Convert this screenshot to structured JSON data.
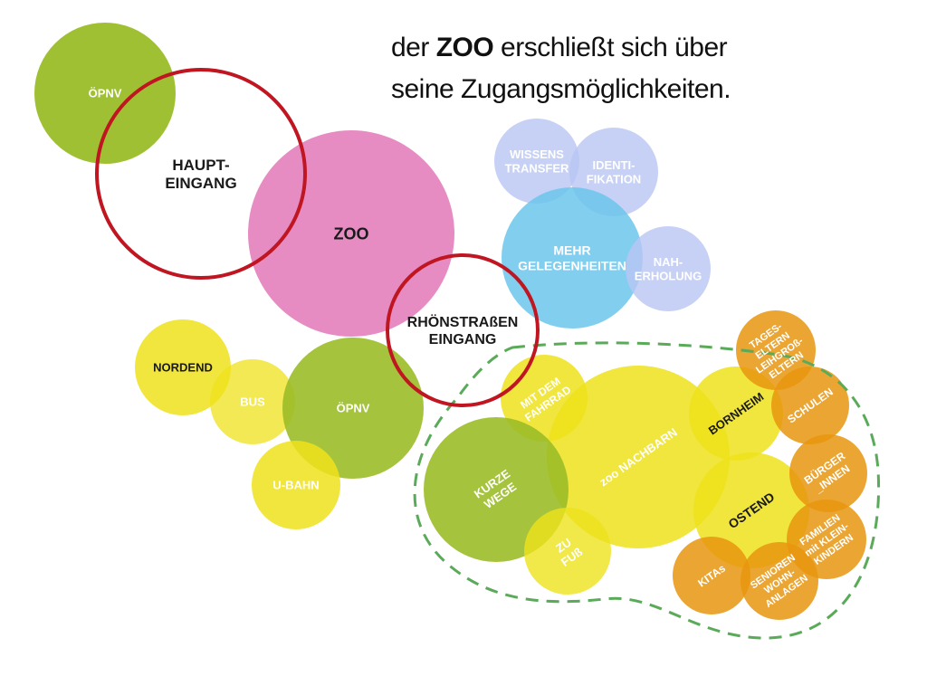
{
  "title": {
    "pre": "der ",
    "zoo": "ZOO",
    "post": " erschließt sich über",
    "line2": "seine Zugangsmöglichkeiten."
  },
  "colors": {
    "green": "#9bbd28",
    "pink": "#e586c0",
    "blue": "#6cc6ec",
    "light_blue": "#b9c6f4",
    "yellow": "#eee21b",
    "orange": "#e8950e",
    "red_ring": "#c01622",
    "dashed": "#5aaa5a",
    "text_light": "#ffffff",
    "text_dark": "#1a1a1a"
  },
  "bubbles": {
    "oepnv_top": [
      "ÖPNV"
    ],
    "zoo": [
      "ZOO"
    ],
    "wissenstransfer": [
      "WISSENS",
      "TRANSFER"
    ],
    "identifikation": [
      "IDENTI-",
      "FIKATION"
    ],
    "mehr_gelegenheiten": [
      "MEHR",
      "GELEGENHEITEN"
    ],
    "naherholung": [
      "NAH-",
      "ERHOLUNG"
    ],
    "nordend": [
      "NORDEND"
    ],
    "bus": [
      "BUS"
    ],
    "oepnv_mid": [
      "ÖPNV"
    ],
    "u_bahn": [
      "U-BAHN"
    ],
    "mit_dem_fahrrad": [
      "MIT DEM",
      "FAHRRAD"
    ],
    "zoo_nachbarn": [
      "zoo NACHBARN"
    ],
    "kurze_wege": [
      "KURZE",
      "WEGE"
    ],
    "zu_fuss": [
      "ZU",
      "FUß"
    ],
    "bornheim": [
      "BORNHEIM"
    ],
    "ostend": [
      "OSTEND"
    ],
    "tageseltern": [
      "TAGES-",
      "ELTERN",
      "LEIHGROß-",
      "ELTERN"
    ],
    "schulen": [
      "SCHULEN"
    ],
    "buerger_innen": [
      "BÜRGER",
      "_INNEN"
    ],
    "familien": [
      "FAMILIEN",
      "mit KLEIN-",
      "KINDERN"
    ],
    "kitas": [
      "KITAs"
    ],
    "senioren": [
      "SENIOREN",
      "WOHN-",
      "ANLAGEN"
    ]
  },
  "rings": {
    "haupteingang": [
      "HAUPT-",
      "EINGANG"
    ],
    "rhoenstrassen_eingang": [
      "RHÖNSTRAßEN",
      "EINGANG"
    ]
  }
}
